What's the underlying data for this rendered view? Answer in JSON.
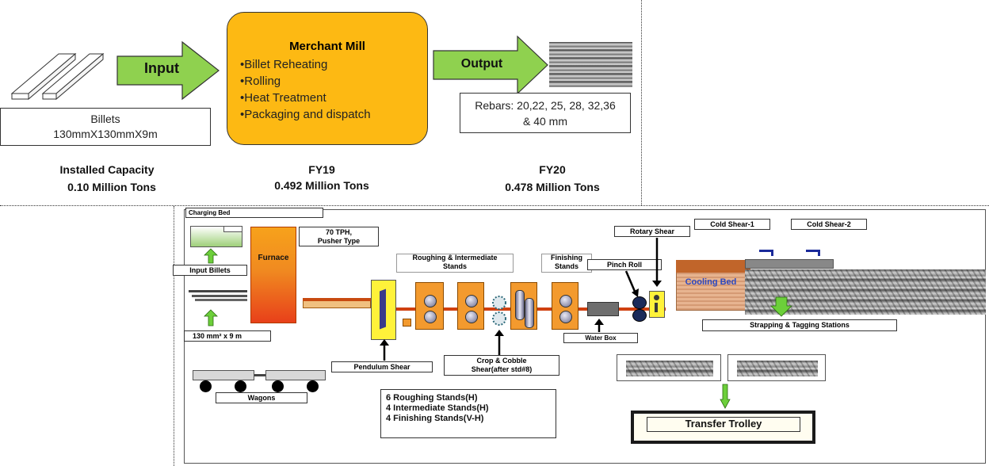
{
  "top": {
    "input_label": "Input",
    "output_label": "Output",
    "billets_box": {
      "line1": "Billets",
      "line2": "130mmX130mmX9m"
    },
    "merchant_mill": {
      "title": "Merchant Mill",
      "items": [
        "Billet Reheating",
        "Rolling",
        "Heat Treatment",
        "Packaging and dispatch"
      ]
    },
    "rebars_box": {
      "line1": "Rebars:  20,22, 25, 28, 32,36",
      "line2": "& 40 mm"
    },
    "capacity": [
      {
        "title": "Installed Capacity",
        "value": "0.10 Million Tons"
      },
      {
        "title": "FY19",
        "value": "0.492 Million Tons"
      },
      {
        "title": "FY20",
        "value": "0.478 Million Tons"
      }
    ],
    "colors": {
      "mill_fill": "#fdb913",
      "arrow_green": "#8fd14f"
    }
  },
  "layout": {
    "charging_bed": "Charging Bed",
    "furnace_spec_1": "70 TPH,",
    "furnace_spec_2": "Pusher Type",
    "furnace": "Furnace",
    "input_billets": "Input Billets",
    "billet_size": "130 mm² x 9 m",
    "wagons": "Wagons",
    "pendulum_shear": "Pendulum Shear",
    "roughing_1": "Roughing & Intermediate",
    "roughing_2": "Stands",
    "finishing_1": "Finishing",
    "finishing_2": "Stands",
    "pinch_roll": "Pinch Roll",
    "rotary_shear": "Rotary Shear",
    "cold_shear_1": "Cold Shear-1",
    "cold_shear_2": "Cold Shear-2",
    "cooling_bed": "Cooling Bed",
    "water_box": "Water Box",
    "crop_cobble_1": "Crop & Cobble",
    "crop_cobble_2": "Shear(after std#8)",
    "strapping": "Strapping & Tagging Stations",
    "stands_list": [
      "6 Roughing Stands(H)",
      "4 Intermediate Stands(H)",
      "4 Finishing Stands(V-H)"
    ],
    "transfer_trolley": "Transfer Trolley",
    "colors": {
      "stand": "#f39a2e",
      "rolling_line": "#d04010",
      "furnace_top": "#f7a21b",
      "furnace_bottom": "#e8401a"
    }
  }
}
